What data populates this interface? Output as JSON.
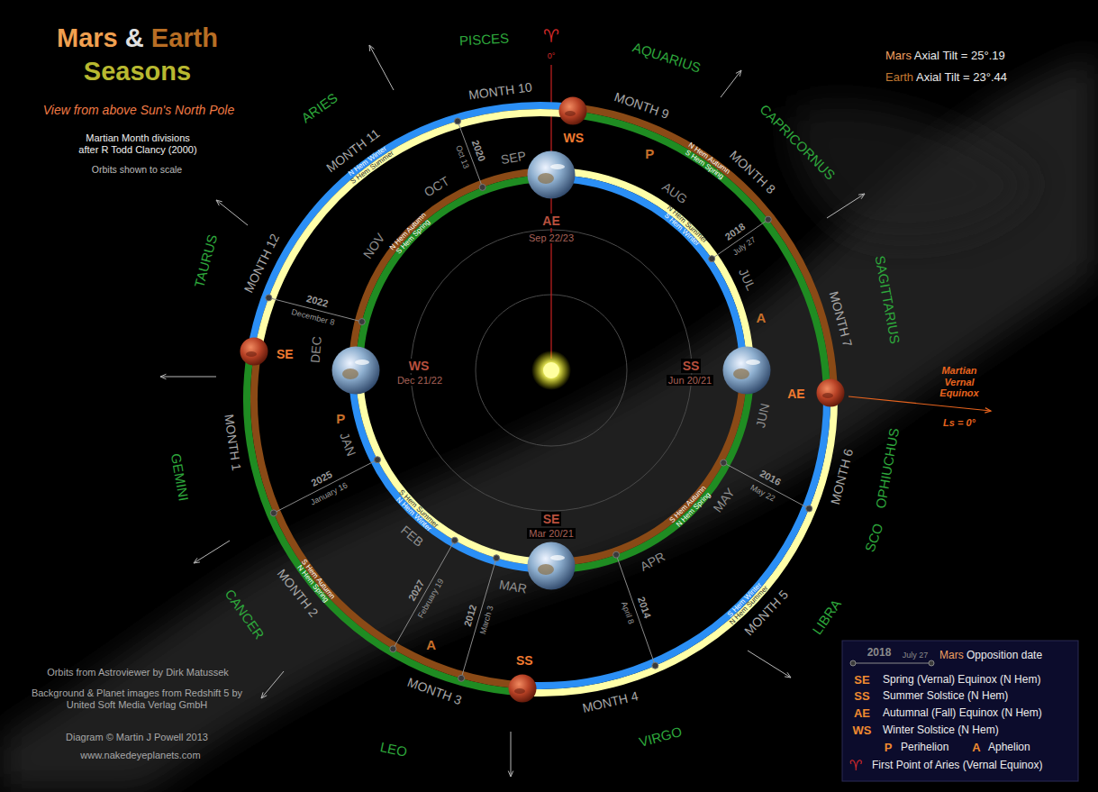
{
  "diagram": {
    "title": "Mars & Earth Seasons",
    "nodes": [
      {
        "text": [
          "WS"
        ]
      },
      {
        "text": [
          "AE",
          "Sep 22/23"
        ]
      },
      {
        "text": [
          "SE"
        ]
      },
      {
        "text": [
          "WS",
          "Dec 21/22"
        ]
      },
      {
        "text": [
          "SS",
          "Jun 20/21"
        ]
      },
      {
        "text": [
          "AE"
        ]
      },
      {
        "text": [
          "SE",
          "Mar 20/21"
        ]
      },
      {
        "text": [
          "SS"
        ]
      }
    ],
    "labels": [
      "View from above Sun's North Pole",
      "Martian Month divisions after R Todd Clancy (2000)",
      "Orbits shown to scale",
      "Mars Axial Tilt = 25°.19",
      "Earth Axial Tilt = 23°.44",
      "♈",
      "0°",
      "PISCES",
      "AQUARIUS",
      "CAPRICORNUS",
      "SAGITTARIUS",
      "OPHIUCHUS",
      "SCO",
      "LIBRA",
      "VIRGO",
      "LEO",
      "CANCER",
      "GEMINI",
      "TAURUS",
      "ARIES",
      "MONTH 1",
      "MONTH 2",
      "MONTH 3",
      "MONTH 4",
      "MONTH 5",
      "MONTH 6",
      "MONTH 7",
      "MONTH 8",
      "MONTH 9",
      "MONTH 10",
      "MONTH 11",
      "MONTH 12",
      "JAN",
      "FEB",
      "MAR",
      "APR",
      "MAY",
      "JUN",
      "JUL",
      "AUG",
      "SEP",
      "OCT",
      "NOV",
      "DEC",
      "N Hem Winter",
      "S Hem Summer",
      "N Hem Autumn",
      "S Hem Spring",
      "S Hem Winter",
      "N Hem Summer",
      "S Hem Autumn",
      "N Hem Spring",
      "N Hem Autumn",
      "S Hem Spring",
      "N Hem Summer",
      "S Hem Winter",
      "S Hem Summer",
      "N Hem Winter",
      "S Hem Autumn",
      "N Hem Spring",
      "2012",
      "March 3",
      "2014",
      "April 8",
      "2016",
      "May 22",
      "2018",
      "July 27",
      "2020",
      "Oct 13",
      "2022",
      "December 8",
      "2025",
      "January 16",
      "2027",
      "February 19",
      "P",
      "A",
      "P",
      "A",
      "Martian Vernal Equinox",
      "Ls = 0°",
      "Orbits from Astroviewer by Dirk Matussek",
      "Background & Planet images from Redshift 5 by United Soft Media Verlag GmbH",
      "Diagram © Martin J Powell 2013",
      "www.nakedeyeplanets.com",
      "2018",
      "July 27",
      "SE",
      "SS",
      "AE",
      "WS",
      "P",
      "A",
      "♈"
    ],
    "legend": [
      {
        "text": "Mars Opposition date"
      },
      {
        "text": "Spring (Vernal) Equinox (N Hem)"
      },
      {
        "text": "Summer Solstice (N Hem)"
      },
      {
        "text": "Autumnal (Fall) Equinox (N Hem)"
      },
      {
        "text": "Winter Solstice (N Hem)"
      },
      {
        "text": "Perihelion"
      },
      {
        "text": "Aphelion"
      },
      {
        "text": "First Point of Aries (Vernal Equinox)"
      }
    ]
  }
}
